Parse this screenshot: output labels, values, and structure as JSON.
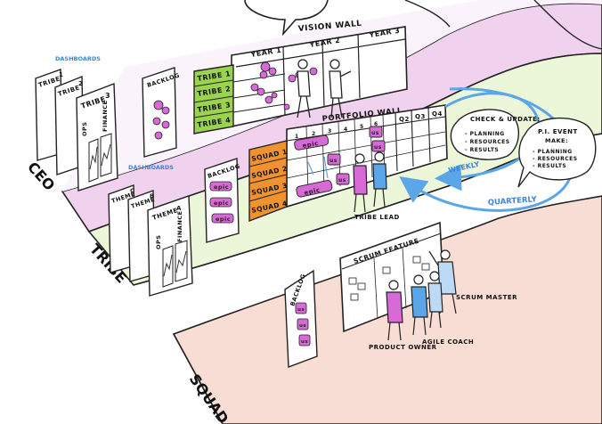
{
  "levels": {
    "ceo": "CEO",
    "tribe": "TRIBE",
    "squad": "SQUAD"
  },
  "vision_wall": {
    "title": "VISION WALL",
    "years": [
      "YEAR 1",
      "YEAR 2",
      "YEAR 3"
    ],
    "rows": [
      "TRIBE 1",
      "TRIBE 2",
      "TRIBE 3",
      "TRIBE 4"
    ]
  },
  "ceo_area": {
    "dashboards_label": "DASHBOARDS",
    "boards": [
      "TRIBE",
      "TRIBE",
      "TRIBE"
    ],
    "board_numbers": [
      "1",
      "2",
      "3"
    ],
    "chart_labels": [
      "OPS",
      "FINANCE"
    ],
    "backlog_label": "BACKLOG"
  },
  "portfolio_wall": {
    "title": "PORTFOLIO WALL",
    "columns": [
      "1",
      "2",
      "3",
      "4",
      "5",
      "6",
      "Q2",
      "Q3",
      "Q4"
    ],
    "rows": [
      "SQUAD 1",
      "SQUAD 2",
      "SQUAD 3",
      "SQUAD 4"
    ],
    "cards": [
      "epic",
      "us",
      "us",
      "us",
      "epic",
      "us"
    ]
  },
  "tribe_area": {
    "dashboards_label": "DASHBOARDS",
    "boards": [
      "THEME",
      "THEME",
      "THEME"
    ],
    "board_letters": [
      "C",
      "B",
      "A"
    ],
    "chart_labels": [
      "OPS",
      "FINANCE"
    ],
    "backlog_label": "BACKLOG",
    "backlog_cards": [
      "epic",
      "epic",
      "epic"
    ],
    "person_label": "TRIBE LEAD"
  },
  "cycles": {
    "weekly_label": "WEEKLY",
    "weekly_bubble_title": "CHECK & UPDATE:",
    "weekly_items": [
      "- PLANNING",
      "- RESOURCES",
      "- RESULTS"
    ],
    "quarterly_label": "QUARTERLY",
    "pi_title": "P.I. EVENT",
    "pi_subtitle": "MAKE:",
    "pi_items": [
      "- PLANNING",
      "- RESOURCES",
      "- RESULTS"
    ]
  },
  "squad_area": {
    "backlog_label": "BACKLOG",
    "backlog_cards": [
      "us",
      "us",
      "us"
    ],
    "board_title": "SCRUM FEATURE",
    "people": [
      "PRODUCT OWNER",
      "AGILE COACH",
      "SCRUM MASTER"
    ]
  },
  "colors": {
    "ceo_floor": "#f1d2ee",
    "tribe_floor": "#ecf6d8",
    "squad_floor": "#f7ddd3",
    "tribe_green": "#9bd34f",
    "squad_orange": "#f0922e",
    "card_purple": "#d86ad8",
    "arrow_blue": "#5aa6e8"
  }
}
